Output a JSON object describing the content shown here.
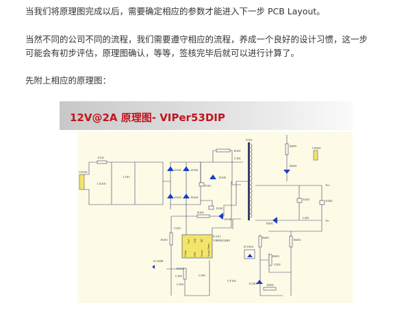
{
  "article": {
    "para1": "当我们将原理图完成以后，需要确定相应的参数才能进入下一步 PCB Layout。",
    "para2_line1": "当然不同的公司不同的流程，我们需要遵守相应的流程，养成一个良好的设计习惯，这一步",
    "para2_line2": "可能会有初步评估，原理图确认，等等，签核完毕后就可以进行计算了。",
    "para3": "先附上相应的原理图："
  },
  "figure": {
    "title": "12V@2A 原理图- VIPer53DIP",
    "labels": {
      "cn101": "CN101",
      "f101": "F101",
      "cx101": "CX101",
      "l101": "L101",
      "d101": "D101",
      "d102": "D102",
      "d103": "D103",
      "d104": "D104",
      "e101": "E101",
      "d105": "D105",
      "r101": "R101",
      "c101": "C101",
      "t101": "T101",
      "e102": "E102",
      "r102": "R102",
      "d106": "D106",
      "c102": "C102",
      "r103": "R103",
      "ic101": "IC101",
      "ic101_part": "VIPER53DIP",
      "ic102b": "IC102B",
      "r104": "R104",
      "c103": "C103",
      "c104": "C104",
      "c105": "C105",
      "cy101": "CY101",
      "r209": "R209",
      "d203": "D203",
      "cn201": "CN201",
      "vo_plus": "Vo+",
      "vo_minus": "Vo-",
      "e201": "E201",
      "e202": "E202",
      "d201": "D201",
      "l201": "L201",
      "r205": "R205",
      "r204": "R204",
      "ic102a": "IC102A",
      "r203": "R203",
      "c202": "C202",
      "ic201": "IC201",
      "r202": "R202",
      "pin_comp": "Comp",
      "pin_tovl": "Tovl",
      "pin_vdd": "Vdd",
      "pin_osc": "OSC",
      "pin_source": "Source",
      "pin_nc": "NC",
      "pin_drain": "Source Drain"
    },
    "colors": {
      "title": "#c0141c",
      "banner": "#d9d9d9",
      "paper": "#fdfbe6",
      "wire": "#3a3a6a",
      "diode": "#1a3cc8",
      "part": "#f3e46a"
    }
  }
}
